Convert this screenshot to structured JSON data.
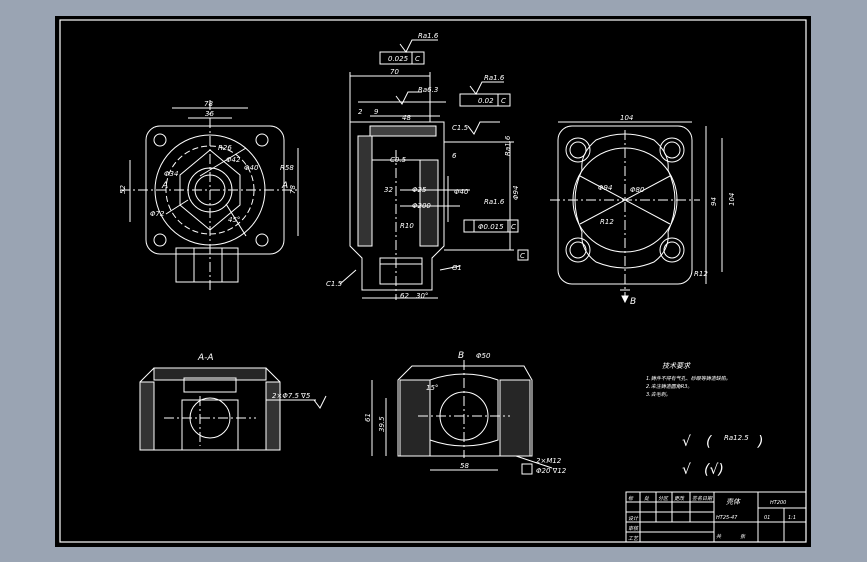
{
  "colors": {
    "background": "#000000",
    "lines": "#ffffff",
    "frame": "#9aa4b3"
  },
  "dims": {
    "top_width": "78",
    "top_inner": "36",
    "side_height": "52",
    "right_height": "78",
    "d58": "R58",
    "d34": "Φ34",
    "d72": "Φ72",
    "d26": "R26",
    "d42": "Φ42",
    "d40": "Φ40",
    "d45": "45°",
    "section_a_left": "A",
    "section_a_right": "A",
    "mid_70": "70",
    "mid_9": "9",
    "mid_2": "2",
    "mid_48": "48",
    "mid_6": "6",
    "mid_c05": "C0.5",
    "mid_25": "Φ25",
    "mid_32": "32",
    "mid_40v": "Φ40",
    "mid_200": "Φ200",
    "mid_r10": "R10",
    "mid_g1": "G1",
    "mid_62": "62",
    "mid_30": "30°",
    "mid_c15a": "C1.5",
    "mid_c15b": "C1.5",
    "mid_94": "Φ94",
    "ra16_a": "Ra1.6",
    "ra16_b": "Ra1.6",
    "ra16_c": "Ra1.6",
    "ra16_d": "Ra1.6",
    "ra63": "Ra6.3",
    "tol_1": "0.025",
    "tol_1c": "C",
    "tol_2": "0.02",
    "tol_2c": "C",
    "tol_3": "Φ0.015",
    "tol_3c": "C",
    "datum_c": "C",
    "right_104": "104",
    "right_94b": "94",
    "right_r94": "Φ94",
    "right_80": "Φ80",
    "right_r12a": "R12",
    "right_r12b": "R12",
    "right_b": "B",
    "right_104h": "104",
    "aa_title": "A-A",
    "aa_holes": "2×Φ7.5 ∇5",
    "b_title": "B",
    "b_phi50": "Φ50",
    "b_15": "15°",
    "b_61": "61",
    "b_395": "39.5",
    "b_58": "58",
    "b_holes": "2×M12",
    "b_holes2": "Φ20 ∇12"
  },
  "notes": {
    "title": "技术要求",
    "line1": "1.铸件不得有气孔、砂眼等铸造缺陷。",
    "line2": "2.未注铸造圆角R3。",
    "line3": "3.去毛刺。"
  },
  "roughness": {
    "sym1": "√",
    "paren1": "(",
    "ra125": "Ra12.5",
    "paren1b": ")",
    "sym2": "√",
    "paren2": "(√)"
  },
  "title_block": {
    "c1": "标",
    "c2": "处",
    "c3": "分区",
    "c4": "更改",
    "c5": "签名",
    "c6": "日期",
    "r2": "设计",
    "r3": "审核",
    "r4": "工艺",
    "name": "壳体",
    "code": "HT200",
    "mat": "HT25-47",
    "scale": "1:1",
    "sheet1": "共",
    "sheet2": "张",
    "no": "01"
  }
}
